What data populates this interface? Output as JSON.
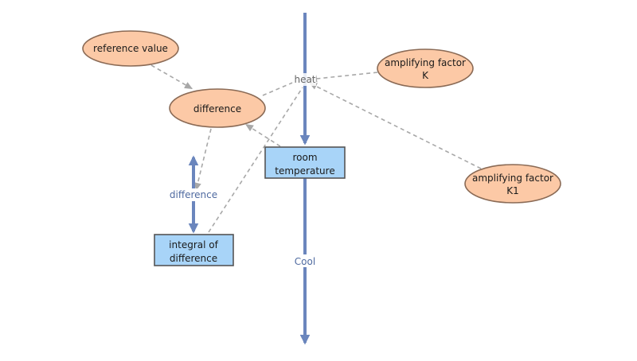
{
  "colors": {
    "aux_fill": "#fcc9a6",
    "aux_stroke": "#8a6a55",
    "stock_fill": "#a8d4f8",
    "stock_stroke": "#555555",
    "flow": "#6b86bd",
    "link": "#a8a8a8"
  },
  "diagram": {
    "auxiliaries": {
      "reference_value": "reference value",
      "difference": "difference",
      "amplifying_factor_k_line1": "amplifying factor",
      "amplifying_factor_k_line2": "K",
      "amplifying_factor_k1_line1": "amplifying factor",
      "amplifying_factor_k1_line2": "K1"
    },
    "stocks": {
      "room_temperature_line1": "room",
      "room_temperature_line2": "temperature",
      "integral_line1": "integral of",
      "integral_line2": "difference"
    },
    "flows": {
      "heat": "heat",
      "cool": "Cool",
      "difference_flow": "difference"
    }
  }
}
